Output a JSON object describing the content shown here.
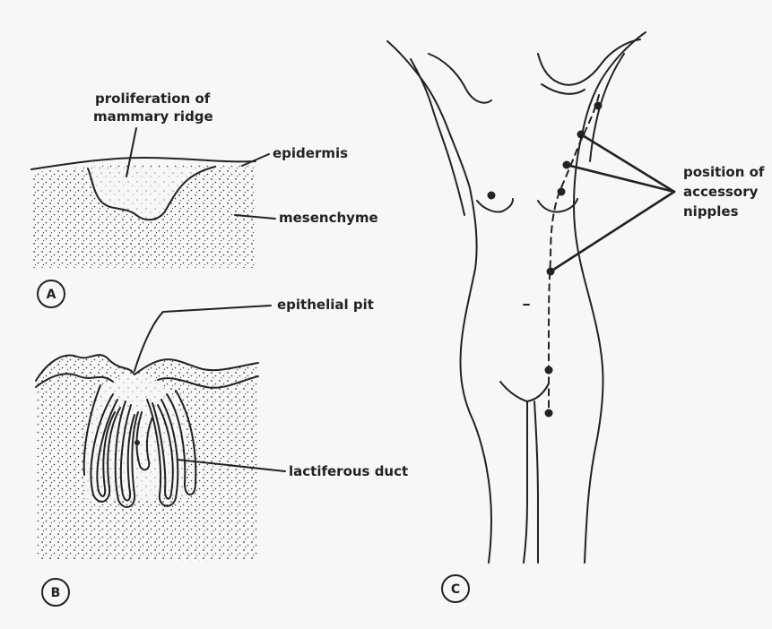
{
  "panels": {
    "a": {
      "letter": "A",
      "labels": {
        "ridge_line1": "proliferation of",
        "ridge_line2": "mammary ridge",
        "epidermis": "epidermis",
        "mesenchyme": "mesenchyme"
      }
    },
    "b": {
      "letter": "B",
      "labels": {
        "pit": "epithelial pit",
        "duct": "lactiferous duct"
      }
    },
    "c": {
      "letter": "C",
      "labels": {
        "line1": "position of",
        "line2": "accessory",
        "line3": "nipples"
      }
    }
  },
  "colors": {
    "ink": "#222222",
    "paper": "#f7f7f5"
  }
}
